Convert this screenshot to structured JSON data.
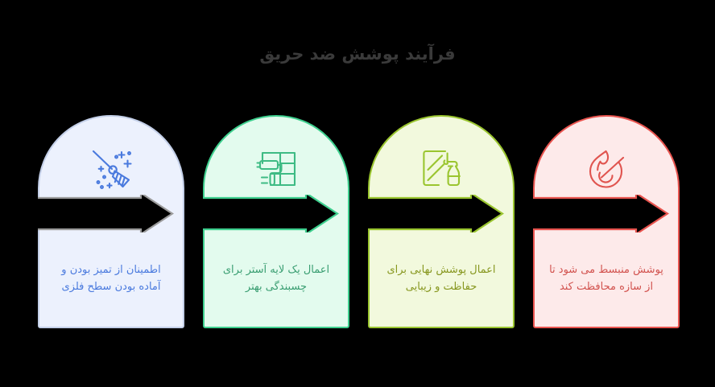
{
  "page": {
    "background_color": "#000000",
    "title": "فرآیند پوشش ضد حریق",
    "title_color": "#3a3a3a",
    "direction": "rtl",
    "language": "fa"
  },
  "process": {
    "step_count": 4,
    "steps": [
      {
        "index": 1,
        "icon": "broom-sparkle-icon",
        "caption": "اطمینان از تمیز بودن و آماده بودن سطح فلزی",
        "fill_color": "#ecf1fd",
        "border_color": "#c3cfe8",
        "icon_color": "#4a7ade",
        "text_color": "#4a7ade",
        "arrow_color": "#000000",
        "arrow_outline_color": "#9b9b9b"
      },
      {
        "index": 2,
        "icon": "paint-roller-icon",
        "caption": "اعمال یک لایه آستر برای چسبندگی بهتر",
        "fill_color": "#e3fbee",
        "border_color": "#3ecf8e",
        "icon_color": "#3ebb84",
        "text_color": "#3a9e72",
        "arrow_color": "#000000",
        "arrow_outline_color": "#3ecf8e"
      },
      {
        "index": 3,
        "icon": "spray-bottle-icon",
        "caption": "اعمال پوشش نهایی برای حفاظت و زیبایی",
        "fill_color": "#f2f9dd",
        "border_color": "#9ac52f",
        "icon_color": "#9ac52f",
        "text_color": "#87971f",
        "arrow_color": "#000000",
        "arrow_outline_color": "#9ac52f"
      },
      {
        "index": 4,
        "icon": "no-fire-flame-icon",
        "caption": "پوشش منبسط می شود تا از سازه محافظت کند",
        "fill_color": "#fdeaea",
        "border_color": "#e8544f",
        "icon_color": "#e0544f",
        "text_color": "#d2534f",
        "arrow_color": "#000000",
        "arrow_outline_color": "#e8544f"
      }
    ]
  }
}
